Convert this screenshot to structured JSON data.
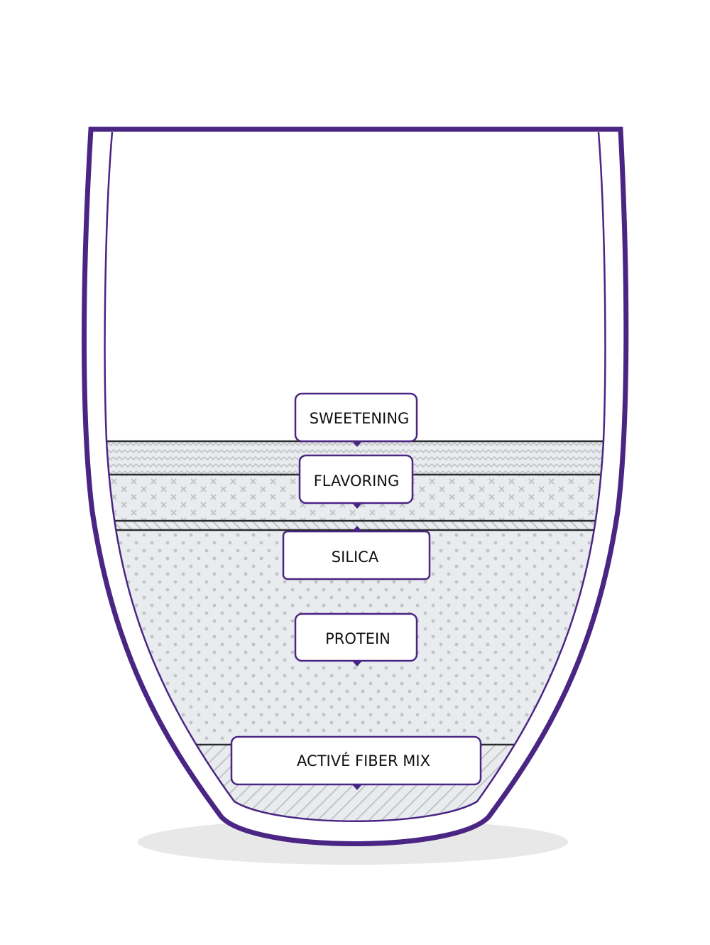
{
  "diagram": {
    "colors": {
      "cup_outline": "#4a2583",
      "layer_fill": "#e9ecef",
      "pattern": "#c4c4c8",
      "shadow": "#e8e8e8"
    },
    "layers": [
      {
        "label": "SWEETENING",
        "pattern": "zigzag"
      },
      {
        "label": "FLAVORING",
        "pattern": "crosses"
      },
      {
        "label": "SILICA",
        "pattern": "diagonal-back"
      },
      {
        "label": "PROTEIN",
        "pattern": "dots"
      },
      {
        "label": "ACTIVÉ FIBER MIX",
        "pattern": "diagonal"
      }
    ]
  }
}
